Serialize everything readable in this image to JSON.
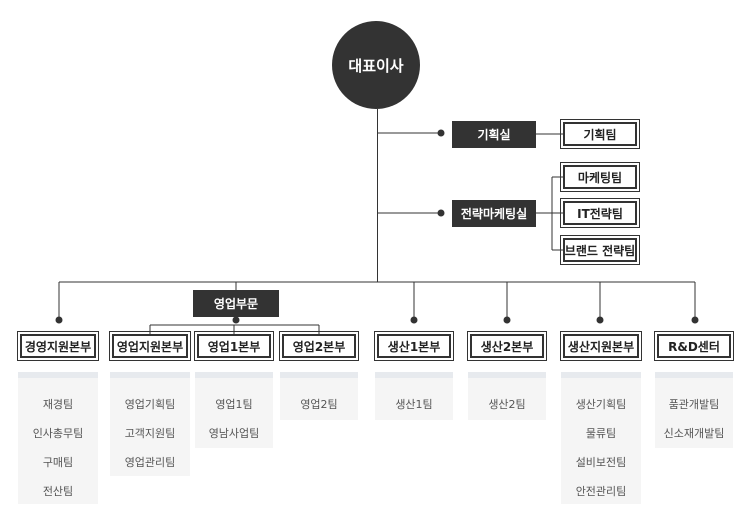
{
  "ceo": "대표이사",
  "staff": [
    {
      "label": "기획실",
      "teams": [
        "기획팀"
      ]
    },
    {
      "label": "전략마케팅실",
      "teams": [
        "마케팅팀",
        "IT전략팀",
        "브랜드 전략팀"
      ]
    }
  ],
  "sales_group": "영업부문",
  "divisions": [
    {
      "label": "경영지원본부",
      "teams": [
        "재경팀",
        "인사총무팀",
        "구매팀",
        "전산팀"
      ]
    },
    {
      "label": "영업지원본부",
      "teams": [
        "영업기획팀",
        "고객지원팀",
        "영업관리팀"
      ]
    },
    {
      "label": "영업1본부",
      "teams": [
        "영업1팀",
        "영남사업팀"
      ]
    },
    {
      "label": "영업2본부",
      "teams": [
        "영업2팀"
      ]
    },
    {
      "label": "생산1본부",
      "teams": [
        "생산1팀"
      ]
    },
    {
      "label": "생산2본부",
      "teams": [
        "생산2팀"
      ]
    },
    {
      "label": "생산지원본부",
      "teams": [
        "생산기획팀",
        "물류팀",
        "설비보전팀",
        "안전관리팀"
      ]
    },
    {
      "label": "R&D센터",
      "teams": [
        "품관개발팀",
        "신소재개발팀"
      ]
    }
  ]
}
